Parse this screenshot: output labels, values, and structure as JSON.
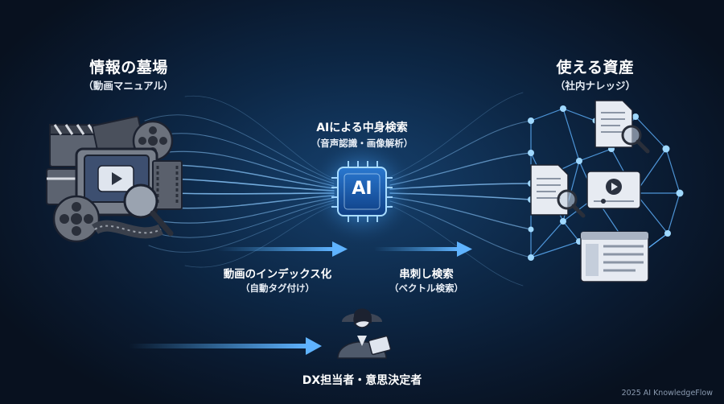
{
  "left": {
    "title": "情報の墓場",
    "subtitle": "（動画マニュアル）"
  },
  "right": {
    "title": "使える資産",
    "subtitle": "（社内ナレッジ）"
  },
  "center": {
    "title": "AIによる中身検索",
    "subtitle": "（音声認識・画像解析）",
    "chip_text": "AI"
  },
  "steps": [
    {
      "title": "動画のインデックス化",
      "subtitle": "（自動タグ付け）"
    },
    {
      "title": "串刺し検索",
      "subtitle": "（ベクトル検索）"
    }
  ],
  "person": {
    "label": "DX担当者・意思決定者"
  },
  "footer": {
    "text": "2025 AI KnowledgeFlow"
  },
  "colors": {
    "accent": "#5fb3ff",
    "arrow": "#4aa3e8",
    "chip": "#1e63b8",
    "network": "#7cc4ff"
  }
}
